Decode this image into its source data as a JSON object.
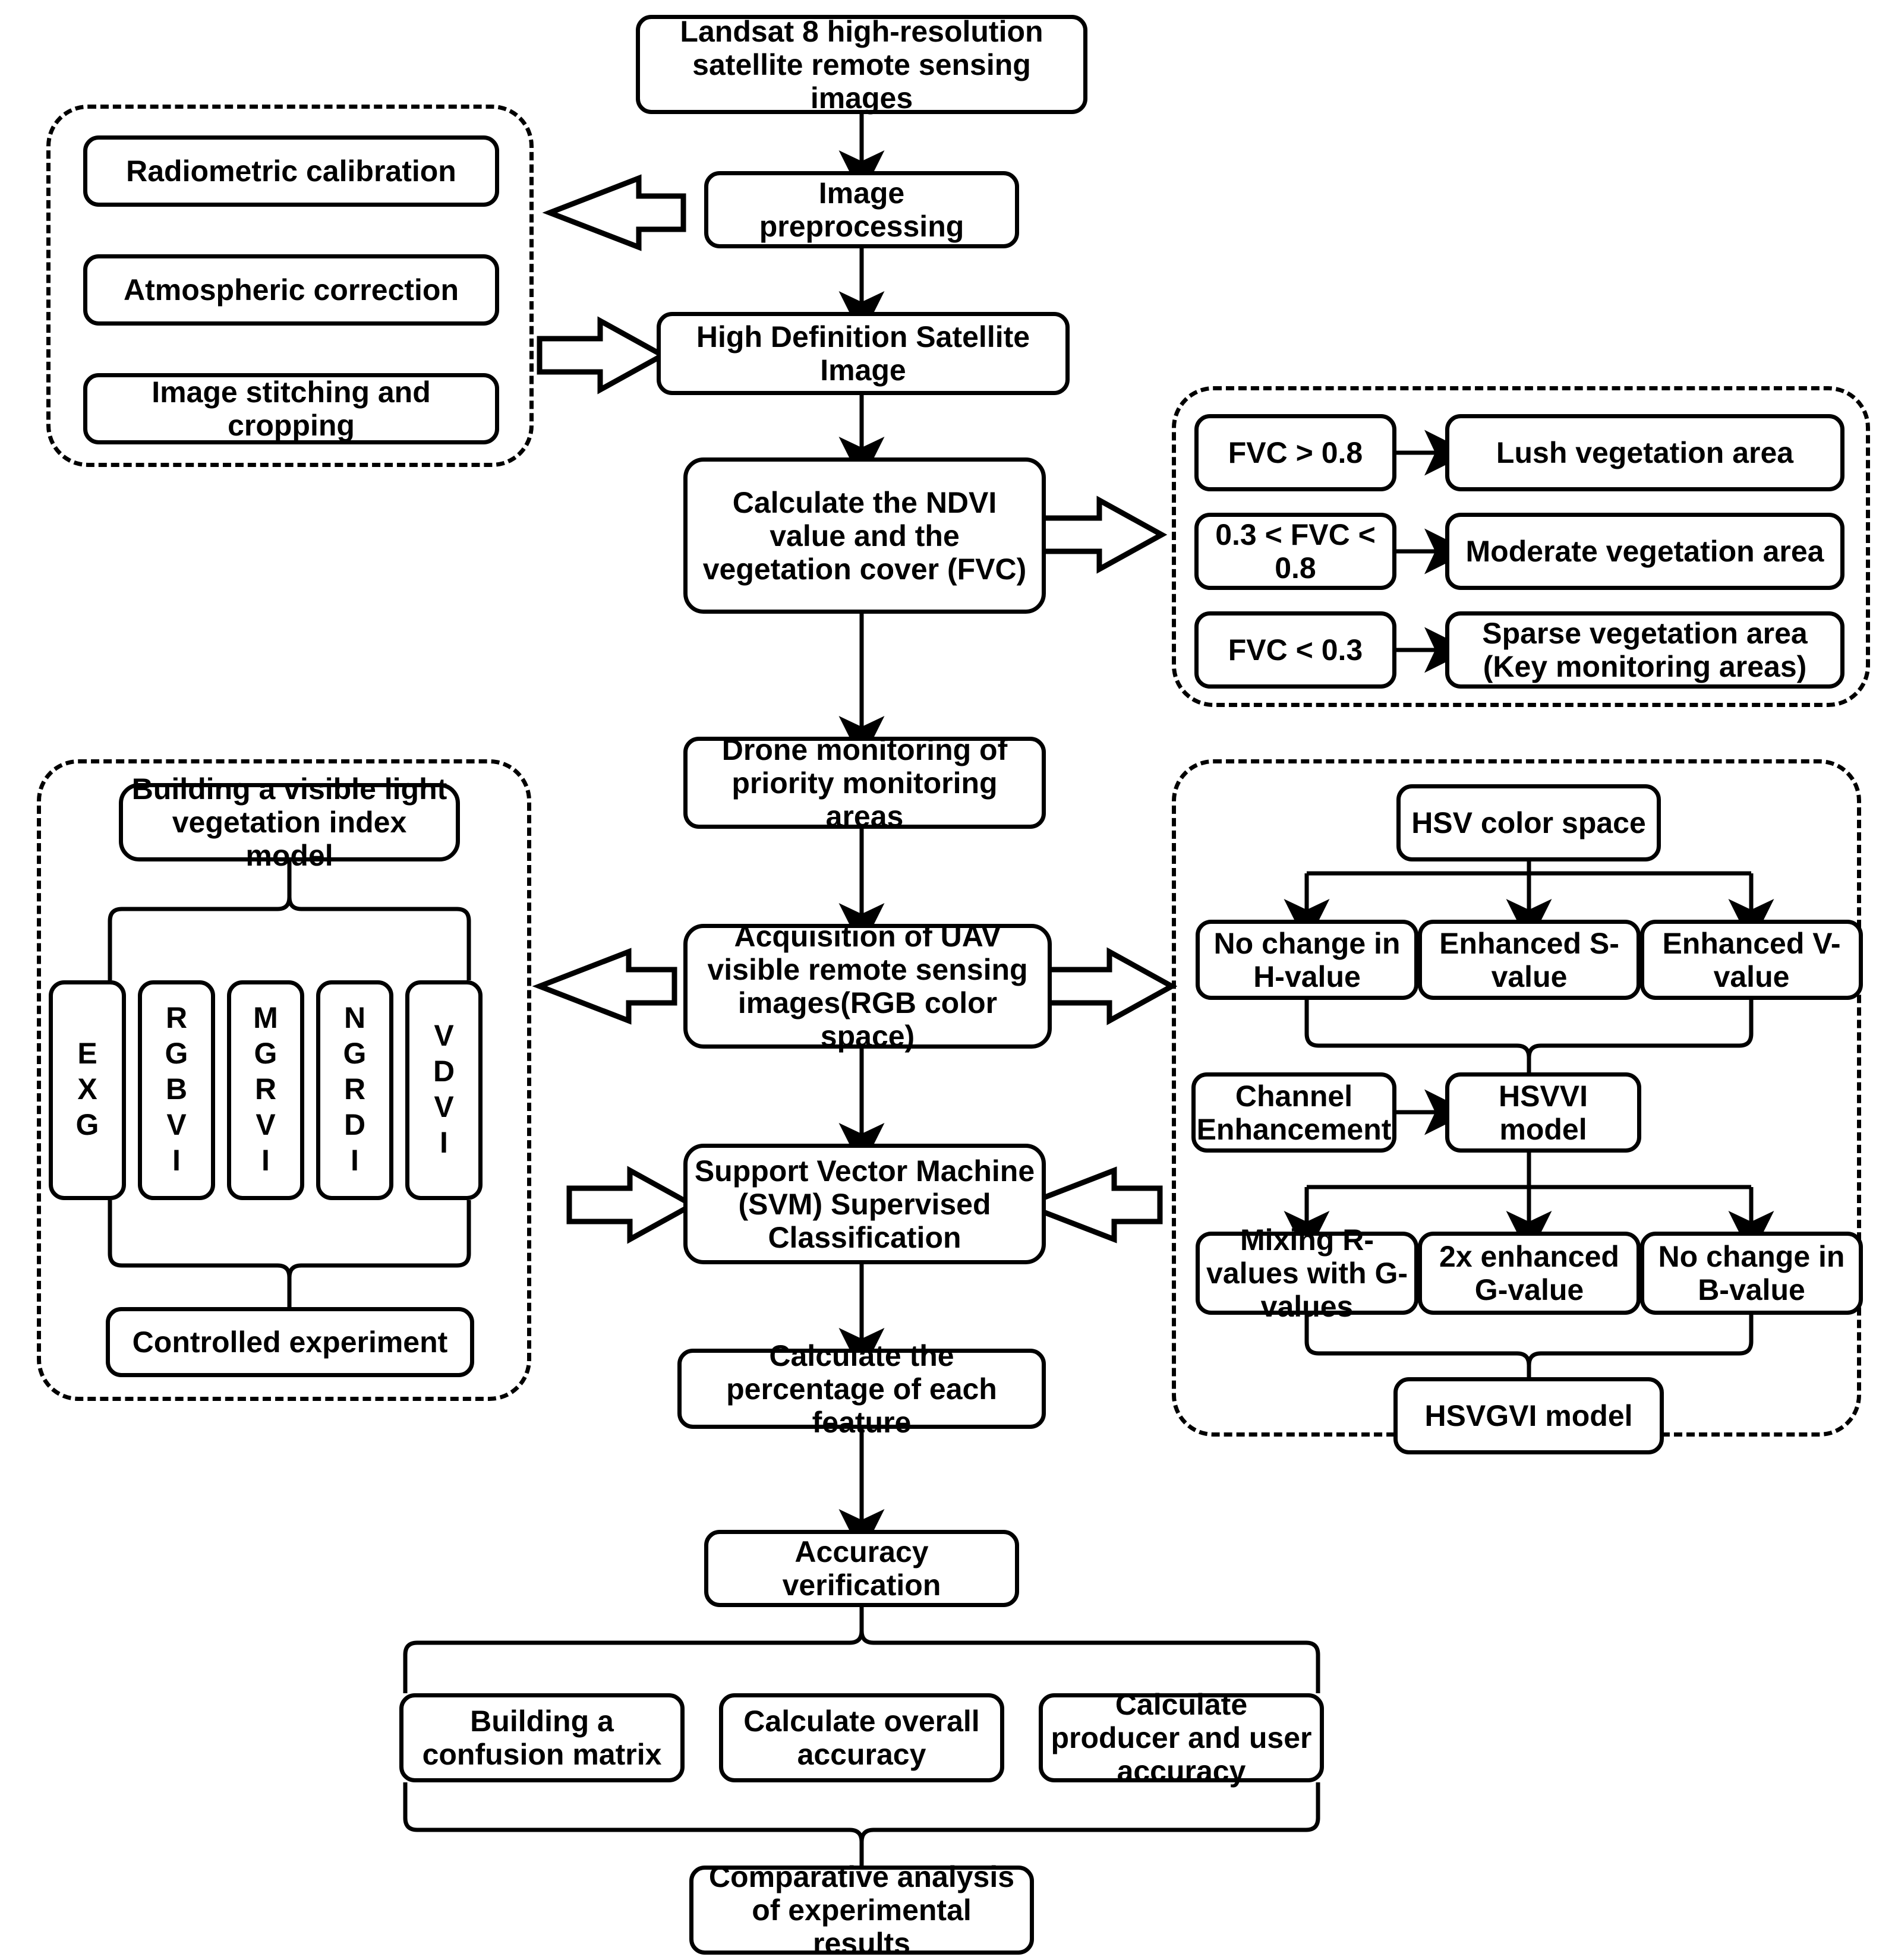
{
  "diagram": {
    "title": "Vegetation monitoring workflow flowchart",
    "stroke_color": "#000000",
    "background_color": "#ffffff"
  },
  "main_flow": {
    "landsat": "Landsat 8 high-resolution satellite remote sensing images",
    "preprocessing": "Image preprocessing",
    "hd_image": "High Definition Satellite Image",
    "ndvi": "Calculate the NDVI value and the vegetation cover (FVC)",
    "drone": "Drone monitoring of priority monitoring areas",
    "uav": "Acquisition of UAV visible remote sensing images(RGB color space)",
    "svm": "Support Vector Machine (SVM) Supervised Classification",
    "percentage": "Calculate the percentage of each feature",
    "accuracy": "Accuracy verification",
    "comparative": "Comparative analysis of experimental results"
  },
  "preprocessing_group": {
    "items": [
      "Radiometric calibration",
      "Atmospheric correction",
      "Image stitching and cropping"
    ]
  },
  "fvc_group": {
    "rows": [
      {
        "condition": "FVC > 0.8",
        "result": "Lush vegetation area"
      },
      {
        "condition": "0.3 < FVC < 0.8",
        "result": "Moderate vegetation area"
      },
      {
        "condition": "FVC < 0.3",
        "result": "Sparse vegetation area (Key monitoring areas)"
      }
    ]
  },
  "vegetation_index_group": {
    "title": "Building a visible light vegetation index model",
    "indices": [
      "EXG",
      "RGBVI",
      "MGRVI",
      "NGRDI",
      "VDVI"
    ],
    "footer": "Controlled experiment"
  },
  "hsv_group": {
    "root": "HSV color space",
    "channels": [
      "No change in H-value",
      "Enhanced S-value",
      "Enhanced V-value"
    ],
    "channel_enhancement": "Channel Enhancement",
    "hsvvi_model": "HSVVI model",
    "rgb_channels": [
      "Mixing R-values with G-values",
      "2x enhanced G-value",
      "No change in B-value"
    ],
    "hsvgvi_model": "HSVGVI model"
  },
  "accuracy_group": {
    "items": [
      "Building a confusion matrix",
      "Calculate overall accuracy",
      "Calculate producer and user accuracy"
    ]
  }
}
